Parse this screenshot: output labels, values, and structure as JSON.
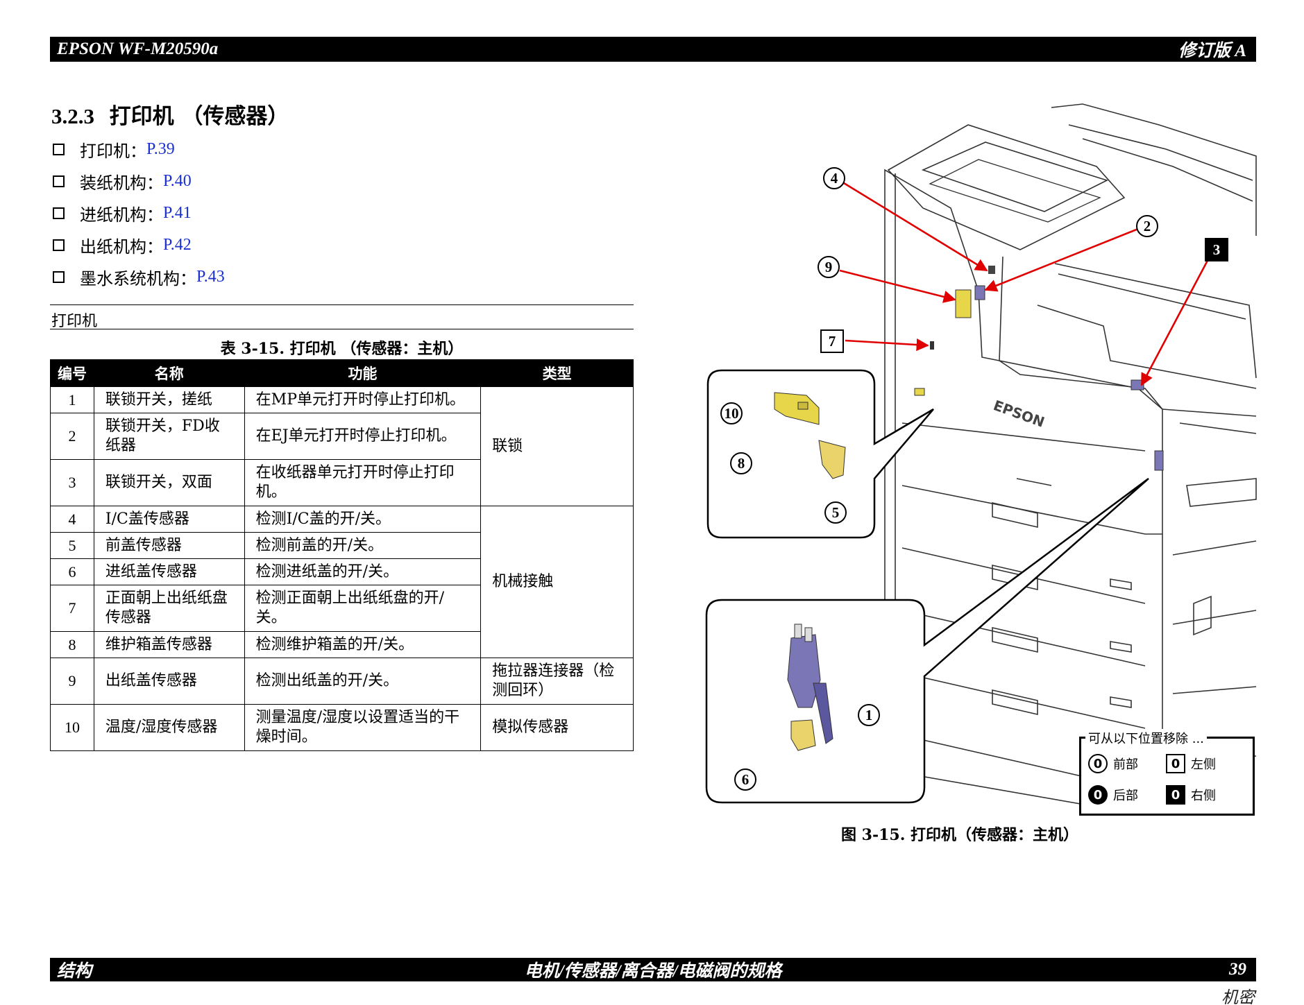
{
  "header": {
    "left": "EPSON WF-M20590a",
    "right": "修订版 A"
  },
  "section": {
    "number": "3.2.3",
    "title": "打印机 （传感器）"
  },
  "links": [
    {
      "label": "打印机：",
      "page": "P.39"
    },
    {
      "label": "装纸机构：",
      "page": "P.40"
    },
    {
      "label": "进纸机构：",
      "page": "P.41"
    },
    {
      "label": "出纸机构：",
      "page": "P.42"
    },
    {
      "label": "墨水系统机构：",
      "page": "P.43"
    }
  ],
  "sub_heading": "打印机",
  "table": {
    "caption": "表 3-15. 打印机 （传感器：主机）",
    "headers": [
      "编号",
      "名称",
      "功能",
      "类型"
    ],
    "rows": [
      {
        "no": "1",
        "name": "联锁开关，搓纸",
        "function": "在MP单元打开时停止打印机。"
      },
      {
        "no": "2",
        "name": "联锁开关，FD收纸器",
        "function": "在EJ单元打开时停止打印机。"
      },
      {
        "no": "3",
        "name": "联锁开关，双面",
        "function": "在收纸器单元打开时停止打印机。"
      },
      {
        "no": "4",
        "name": "I/C盖传感器",
        "function": "检测I/C盖的开/关。"
      },
      {
        "no": "5",
        "name": "前盖传感器",
        "function": "检测前盖的开/关。"
      },
      {
        "no": "6",
        "name": "进纸盖传感器",
        "function": "检测进纸盖的开/关。"
      },
      {
        "no": "7",
        "name": "正面朝上出纸纸盘传感器",
        "function": "检测正面朝上出纸纸盘的开/关。"
      },
      {
        "no": "8",
        "name": "维护箱盖传感器",
        "function": "检测维护箱盖的开/关。"
      },
      {
        "no": "9",
        "name": "出纸盖传感器",
        "function": "检测出纸盖的开/关。"
      },
      {
        "no": "10",
        "name": "温度/湿度传感器",
        "function": "测量温度/湿度以设置适当的干燥时间。"
      }
    ],
    "types": {
      "interlock": "联锁",
      "mechanical": "机械接触",
      "puller": "拖拉器连接器（检测回环）",
      "analog": "模拟传感器"
    }
  },
  "figure": {
    "caption": "图 3-15. 打印机（传感器：主机）",
    "brand_mark": "EPSON",
    "callouts": [
      "1",
      "2",
      "3",
      "4",
      "5",
      "6",
      "7",
      "8",
      "9",
      "10"
    ],
    "legend": {
      "title": "可从以下位置移除 ...",
      "front": "前部",
      "left": "左侧",
      "rear": "后部",
      "right": "右侧",
      "marker": "0"
    },
    "colors": {
      "arrow": "#e00000",
      "sensor_yellow": "#e8d64a",
      "sensor_purple": "#7b76b6"
    }
  },
  "footer": {
    "left": "结构",
    "center": "电机/传感器/离合器/电磁阀的规格",
    "right": "39"
  },
  "confidential": "机密"
}
